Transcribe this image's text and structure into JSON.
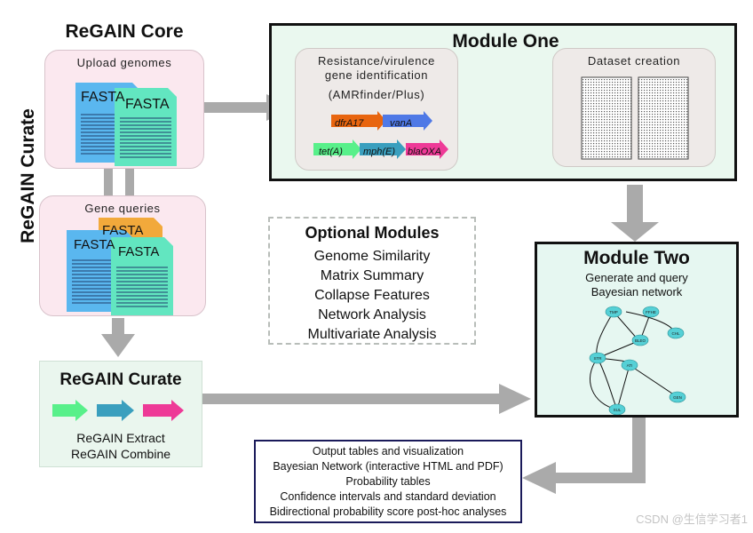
{
  "core": {
    "title": "ReGAIN Core",
    "side_title": "ReGAIN Curate",
    "upload_label": "Upload genomes",
    "gene_label": "Gene queries",
    "fasta_label": "FASTA"
  },
  "module_one": {
    "title": "Module One",
    "resistance_line1": "Resistance/virulence",
    "resistance_line2": "gene identification",
    "tool": "(AMRfinder/Plus)",
    "genes": [
      "dfrA17",
      "vanA",
      "tet(A)",
      "mph(E)",
      "blaOXA"
    ],
    "dataset_label": "Dataset creation"
  },
  "optional": {
    "title": "Optional Modules",
    "items": [
      "Genome Similarity",
      "Matrix Summary",
      "Collapse Features",
      "Network Analysis",
      "Multivariate Analysis"
    ]
  },
  "module_two": {
    "title": "Module Two",
    "subtitle_line1": "Generate and query",
    "subtitle_line2": "Bayesian network",
    "nodes": [
      "TMP",
      "FFHE",
      "CHL",
      "BLEO",
      "STR",
      "ATI",
      "GEN",
      "SUL"
    ]
  },
  "curate": {
    "title": "ReGAIN Curate",
    "line1": "ReGAIN Extract",
    "line2": "ReGAIN Combine"
  },
  "output": {
    "items": [
      "Output tables and visualization",
      "Bayesian Network (interactive HTML and PDF)",
      "Probability tables",
      "Confidence intervals and standard deviation",
      "Bidirectional probability score post-hoc analyses"
    ]
  },
  "watermark": "CSDN @生信学习者1",
  "colors": {
    "module_bg": "#eaf8ef",
    "module_two_bg": "#e6f7f1",
    "curate_bg": "#eaf6ee",
    "arrow_gray": "#aaaaaa",
    "fasta_blue": "#5ab7ef",
    "fasta_teal": "#62e6c0",
    "fasta_orange": "#f2a93b",
    "gene_dfrA17": "#e8650f",
    "gene_vanA": "#4f79e6",
    "gene_tetA": "#58f08a",
    "gene_mphE": "#3a9fbe",
    "gene_blaOXA": "#ee3a97",
    "node_fill": "#55d0d6"
  }
}
